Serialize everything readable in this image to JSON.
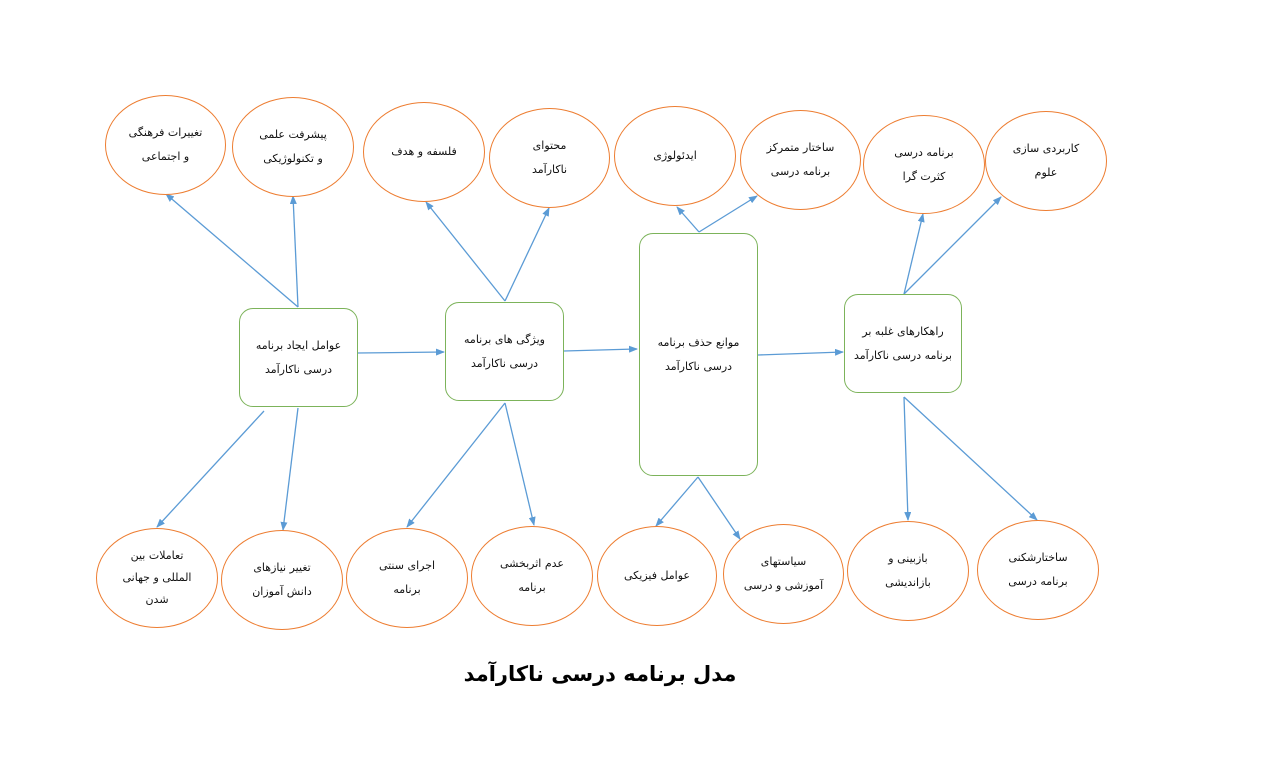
{
  "caption": "مدل برنامه درسی ناکارآمد",
  "colors": {
    "box_border": "#7cb35a",
    "oval_border": "#ed7d31",
    "arrow": "#5b9bd5"
  },
  "center_nodes": [
    {
      "lines": [
        "عوامل ایجاد برنامه",
        "درسی ناکارآمد"
      ]
    },
    {
      "lines": [
        "ویژگی های برنامه",
        "درسی ناکارآمد"
      ]
    },
    {
      "lines": [
        "موانع حذف برنامه",
        "درسی ناکارآمد"
      ]
    },
    {
      "lines": [
        "راهکارهای غلبه بر",
        "برنامه درسی ناکارآمد"
      ]
    }
  ],
  "top_nodes": [
    {
      "lines": [
        "تغییرات فرهنگی",
        "و اجتماعی"
      ]
    },
    {
      "lines": [
        "پیشرفت علمی",
        "و تکنولوژیکی"
      ]
    },
    {
      "lines": [
        "فلسفه و هدف"
      ]
    },
    {
      "lines": [
        "محتوای",
        "ناکارآمد"
      ]
    },
    {
      "lines": [
        "ایدئولوژی"
      ]
    },
    {
      "lines": [
        "ساختار متمرکز",
        "برنامه درسی"
      ]
    },
    {
      "lines": [
        "برنامه درسی",
        "کثرت گرا"
      ]
    },
    {
      "lines": [
        "کاربردی سازی",
        "علوم"
      ]
    }
  ],
  "bottom_nodes": [
    {
      "lines": [
        "تعاملات بین",
        "المللی و جهانی",
        "شدن"
      ]
    },
    {
      "lines": [
        "تغییر نیازهای",
        "دانش آموزان"
      ]
    },
    {
      "lines": [
        "اجرای سنتی",
        "برنامه"
      ]
    },
    {
      "lines": [
        "عدم اثربخشی",
        "برنامه"
      ]
    },
    {
      "lines": [
        "عوامل فیزیکی"
      ]
    },
    {
      "lines": [
        "سیاستهای",
        "آموزشی و درسی"
      ]
    },
    {
      "lines": [
        "بازبینی و",
        "بازاندیشی"
      ]
    },
    {
      "lines": [
        "ساختارشکنی",
        "برنامه درسی"
      ]
    }
  ]
}
